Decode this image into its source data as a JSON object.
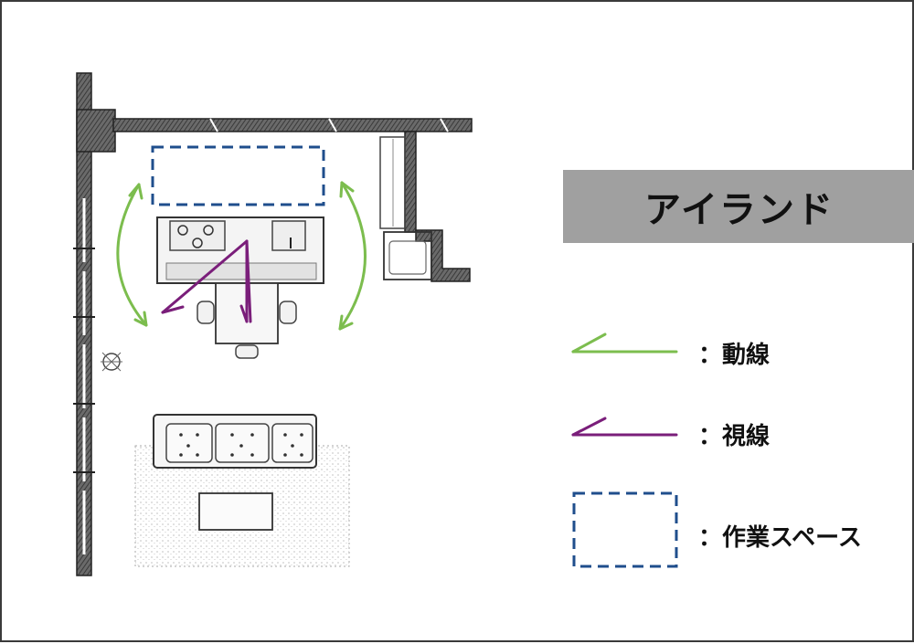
{
  "title": "アイランド",
  "legend": {
    "motion_label": "：動線",
    "sight_label": "：視線",
    "work_label": "：作業スペース"
  },
  "colors": {
    "motion": "#7cbd4e",
    "sight": "#7a1e7a",
    "work": "#1f4e8c",
    "title_bg": "#a0a0a0",
    "wall": "#4a4a4a",
    "pencil": "#333333"
  }
}
